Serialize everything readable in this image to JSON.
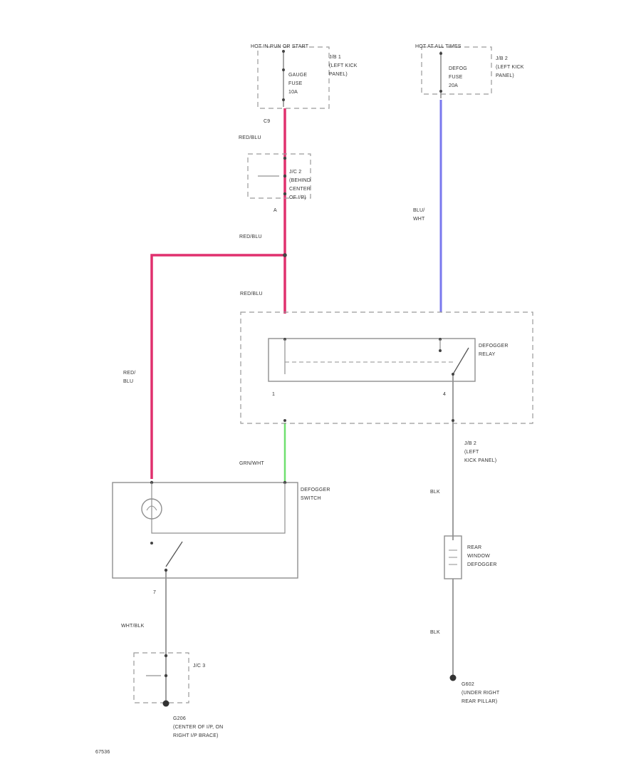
{
  "colors": {
    "red_blu_wire": "#e0306e",
    "red_blu_light": "#f29bc0",
    "blu_wht_wire": "#7a78ee",
    "grn_wht_wire": "#6fe06f",
    "gray_wire": "#9d9d9d",
    "box_line": "#9a9a9a"
  },
  "labels": {
    "hot_run_start": "HOT IN RUN OR START",
    "hot_all_times": "HOT AT ALL TIMES",
    "jb1": [
      "J/B 1",
      "(LEFT KICK",
      "PANEL)"
    ],
    "jb1_fuse": [
      "GAUGE",
      "FUSE",
      "10A"
    ],
    "jb2_top": [
      "J/B 2",
      "(LEFT KICK",
      "PANEL)"
    ],
    "jb2_fuse": [
      "DEFOG",
      "FUSE",
      "20A"
    ],
    "c9": "C9",
    "red_blu_1": "RED/BLU",
    "jc2": [
      "J/C 2",
      "(BEHIND",
      "CENTER",
      "OF I/P)"
    ],
    "pin_a": "A",
    "red_blu_2": "RED/BLU",
    "blu_wht": [
      "BLU/",
      "WHT"
    ],
    "red_blu_3": "RED/BLU",
    "defogger_relay": [
      "DEFOGGER",
      "RELAY"
    ],
    "pin_1": "1",
    "pin_4": "4",
    "red_blu_left": [
      "RED/",
      "BLU"
    ],
    "grn_wht": "GRN/WHT",
    "defogger_switch": [
      "DEFOGGER",
      "SWITCH"
    ],
    "jb2_bottom": [
      "J/B 2",
      "(LEFT",
      "KICK PANEL)"
    ],
    "blk_1": "BLK",
    "rear_defogger": [
      "REAR",
      "WINDOW",
      "DEFOGGER"
    ],
    "pin_7": "7",
    "wht_blk": "WHT/BLK",
    "blk_2": "BLK",
    "jc3": "J/C 3",
    "ground_left": [
      "G206",
      "(CENTER OF I/P, ON",
      "RIGHT I/P BRACE)"
    ],
    "ground_right": [
      "G602",
      "(UNDER RIGHT",
      "REAR PILLAR)"
    ],
    "figure_code": "67536"
  }
}
